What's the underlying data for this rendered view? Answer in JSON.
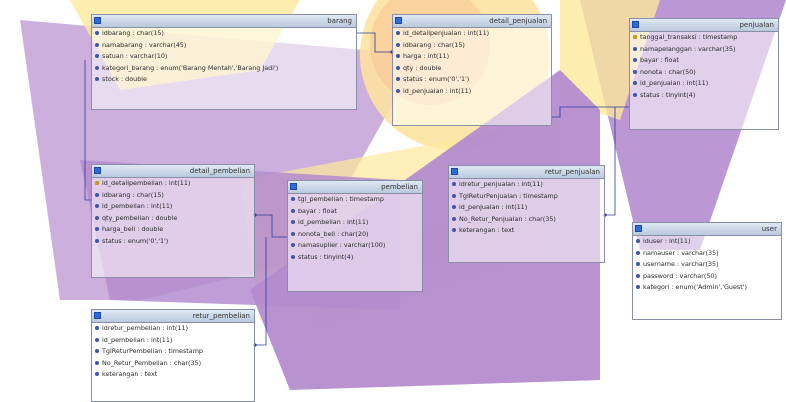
{
  "colors": {
    "purple": "#a57cc4",
    "yellow": "#fde99a",
    "orange": "#f6c489",
    "header": "#c6d4e6",
    "line": "#2d3a9b"
  },
  "tables": {
    "barang": {
      "name": "barang",
      "fields": [
        "idbarang : char(15)",
        "namabarang : varchar(45)",
        "satuan : varchar(10)",
        "kategori_barang : enum('Barang Mentah','Barang Jadi')",
        "stock : double"
      ]
    },
    "detail_penjualan": {
      "name": "detail_penjualan",
      "fields": [
        "id_detailpenjualan : int(11)",
        "idbarang : char(15)",
        "harga : int(11)",
        "qty : double",
        "status : enum('0','1')",
        "id_penjualan : int(11)"
      ]
    },
    "penjualan": {
      "name": "penjualan",
      "fields": [
        "tanggal_transaksi : timestamp",
        "namapelanggan : varchar(35)",
        "bayar : float",
        "nonota : char(50)",
        "id_penjualan : int(11)",
        "status : tinyint(4)"
      ]
    },
    "detail_pembelian": {
      "name": "detail_pembelian",
      "fields": [
        "id_detailpembelian : int(11)",
        "idbarang : char(15)",
        "id_pembelian : int(11)",
        "qty_pembelian : double",
        "harga_beli : double",
        "status : enum('0','1')"
      ]
    },
    "pembelian": {
      "name": "pembelian",
      "fields": [
        "tgl_pembelian : timestamp",
        "bayar : float",
        "id_pembelian : int(11)",
        "nonota_beli : char(20)",
        "namasuplier : varchar(100)",
        "status : tinyint(4)"
      ]
    },
    "retur_penjualan": {
      "name": "retur_penjualan",
      "fields": [
        "idretur_penjualan : int(11)",
        "TglReturPenjualan : timestamp",
        "id_penjualan : int(11)",
        "No_Retur_Penjualan : char(35)",
        "keterangan : text"
      ]
    },
    "user": {
      "name": "user",
      "fields": [
        "iduser : int(11)",
        "namauser : varchar(35)",
        "username : varchar(35)",
        "password : varchar(50)",
        "kategori : enum('Admin','Guest')"
      ]
    },
    "retur_pembelian": {
      "name": "retur_pembelian",
      "fields": [
        "idretur_pembelian : int(11)",
        "id_pembelian : int(11)",
        "TglReturPembelian : timestamp",
        "No_Retur_Pembelian : char(35)",
        "keterangan : text"
      ]
    }
  }
}
